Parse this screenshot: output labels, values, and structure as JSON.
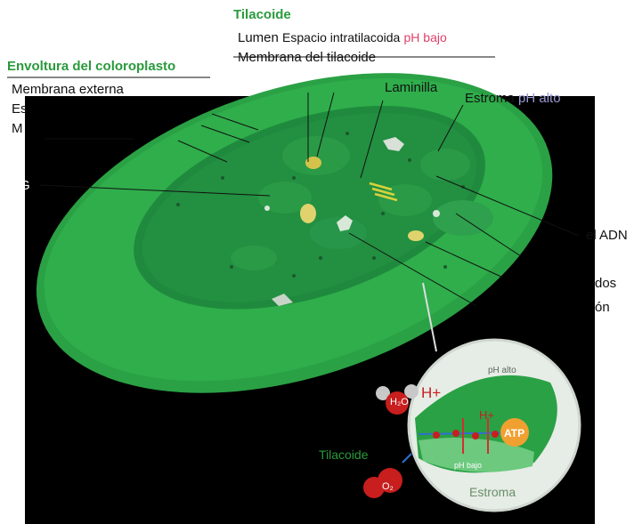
{
  "thylakoid_header": {
    "title": "Tilacoide",
    "lumen_term": "Lumen",
    "lumen_desc": "Espacio intratilacoida",
    "lumen_ph": "pH bajo",
    "membrane": "Membrana del tilacoide"
  },
  "envelope_header": {
    "title": "Envoltura del coloroplasto",
    "items": [
      "Membrana externa",
      "Es",
      "M"
    ]
  },
  "labels": {
    "lamella": "Laminilla",
    "stroma": "Estroma",
    "stroma_ph": "pH alto",
    "left_partial": "G",
    "dna_partial": "el ADN",
    "right_partial_1": "dos",
    "right_partial_2": "ón"
  },
  "inset": {
    "ph_high": "pH alto",
    "ph_low": "pH bajo",
    "hplus_1": "H+",
    "hplus_2": "H+",
    "atp": "ATP",
    "water": "H₂O",
    "oxygen": "O₂",
    "stroma": "Estroma",
    "thylakoid_caption": "Tilacoide"
  },
  "colors": {
    "accent_green": "#2a9a3c",
    "chloroplast_green": "#2aa145",
    "dark_green": "#1f7e37",
    "low_ph_pink": "#e0406a",
    "high_ph_lavender": "#9a9ad8",
    "background": "#000000"
  }
}
